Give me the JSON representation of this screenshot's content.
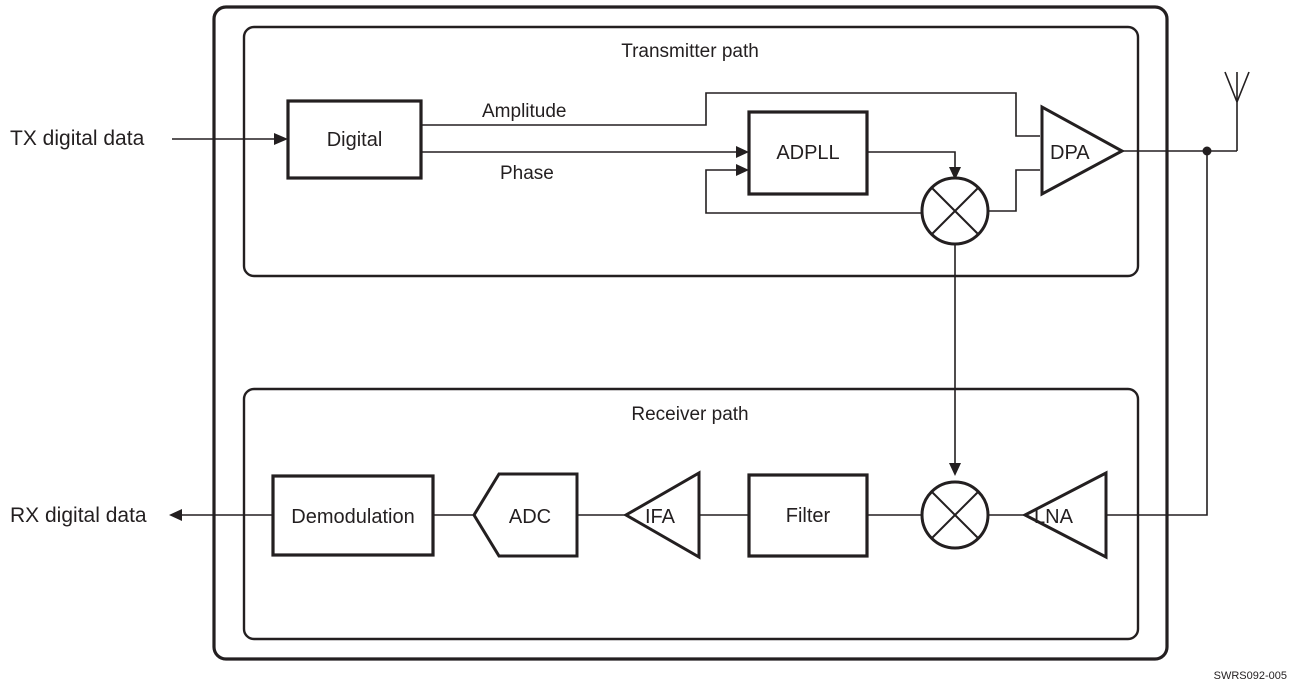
{
  "external": {
    "tx_input": "TX digital data",
    "rx_output": "RX digital data"
  },
  "transmitter": {
    "title": "Transmitter path",
    "digital": "Digital",
    "amplitude": "Amplitude",
    "phase": "Phase",
    "adpll": "ADPLL",
    "dpa": "DPA"
  },
  "receiver": {
    "title": "Receiver path",
    "demodulation": "Demodulation",
    "adc": "ADC",
    "ifa": "IFA",
    "filter": "Filter",
    "lna": "LNA"
  },
  "figure_id": "SWRS092-005"
}
